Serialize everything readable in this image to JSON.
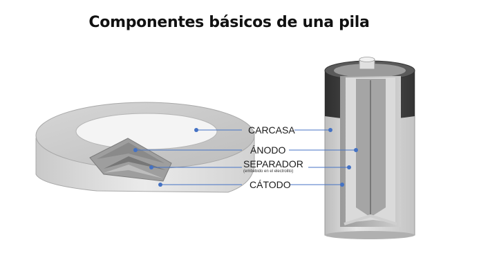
{
  "title": "Componentes básicos de una pila",
  "labels": {
    "carcasa": "CARCASA",
    "anodo": "ÁNODO",
    "separador": "SEPARADOR",
    "separador_note": "(embebido en el electrolito)",
    "catodo": "CÁTODO"
  },
  "colors": {
    "leader_line": "#4472c4",
    "leader_dot": "#4472c4",
    "cap_dark": "#3a3a3a"
  }
}
